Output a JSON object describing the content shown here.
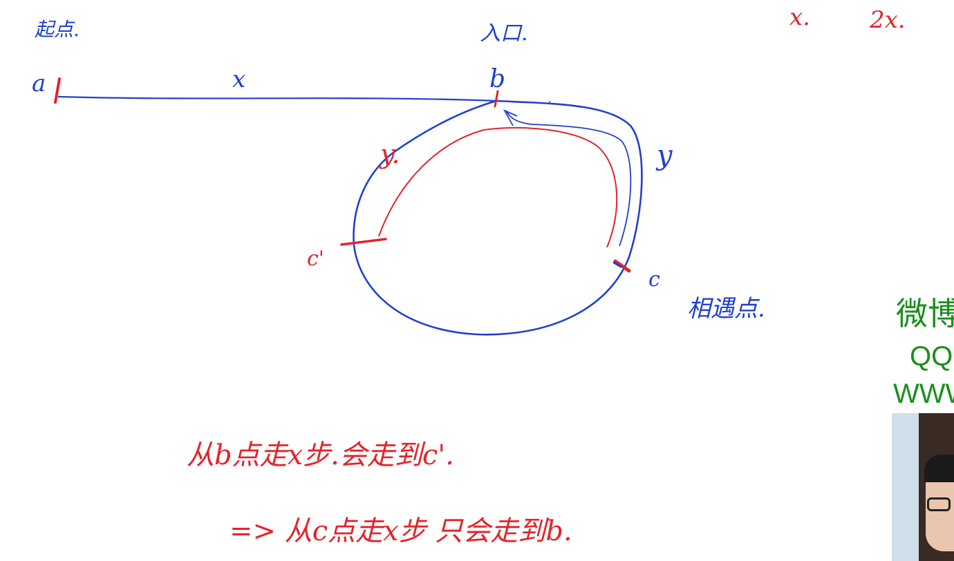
{
  "labels": {
    "start_point": "起点.",
    "entrance": "入口.",
    "point_a": "a",
    "point_b": "b",
    "point_c": "c",
    "point_c_prime": "c'",
    "segment_x": "x",
    "loop_y_left": "y.",
    "loop_y_right": "y",
    "meeting_point": "相遇点.",
    "corner_x": "x.",
    "corner_2x": "2x."
  },
  "notes": {
    "line1": "从b点走x步.会走到c'.",
    "line2": "=> 从c点走x步 只会走到b."
  },
  "overlay": {
    "weibo": "微博",
    "qq": "QQ",
    "www": "WWW"
  },
  "colors": {
    "ink_blue": "#1f3fd0",
    "ink_red": "#e3242b",
    "watermark_green": "#1a8f1a",
    "background": "#ffffff"
  }
}
